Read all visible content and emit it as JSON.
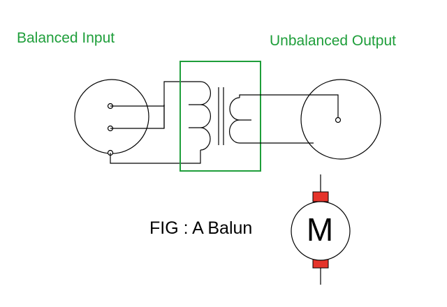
{
  "labels": {
    "balanced_input": "Balanced Input",
    "unbalanced_output": "Unbalanced Output",
    "figure_caption": "FIG : A Balun",
    "motor_letter": "M"
  },
  "colors": {
    "label_green": "#1e9e3a",
    "transformer_box": "#1e9e3a",
    "motor_terminal": "#e5332a",
    "wire": "#000000"
  },
  "icons": [
    "balanced-connector-icon",
    "unbalanced-connector-icon",
    "transformer-coil-icon",
    "motor-icon"
  ]
}
